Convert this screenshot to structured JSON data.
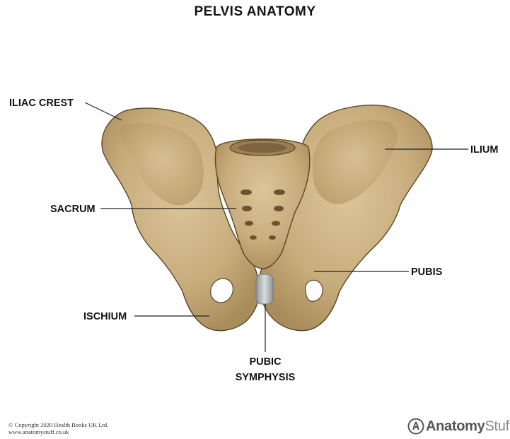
{
  "title": "PELVIS ANATOMY",
  "labels": {
    "iliac_crest": "ILIAC CREST",
    "ilium": "ILIUM",
    "sacrum": "SACRUM",
    "pubis": "PUBIS",
    "ischium": "ISCHIUM",
    "pubic_symphysis_line1": "PUBIC",
    "pubic_symphysis_line2": "SYMPHYSIS"
  },
  "footer": {
    "copyright_line1": "© Copyright 2020 Health Books UK Ltd.",
    "copyright_line2": "www.anatomystuff.co.uk",
    "brand_part1": "Anatomy",
    "brand_part2": "Stuff",
    "brand_icon": "anatomystuff-logo-icon"
  },
  "colors": {
    "bone": "#c8ad7d",
    "bone_shadow": "#a98c5c",
    "bone_highlight": "#dcc59a",
    "outline": "#5a4526",
    "cartilage": "#b9bdbf",
    "leader_line": "#222222"
  }
}
